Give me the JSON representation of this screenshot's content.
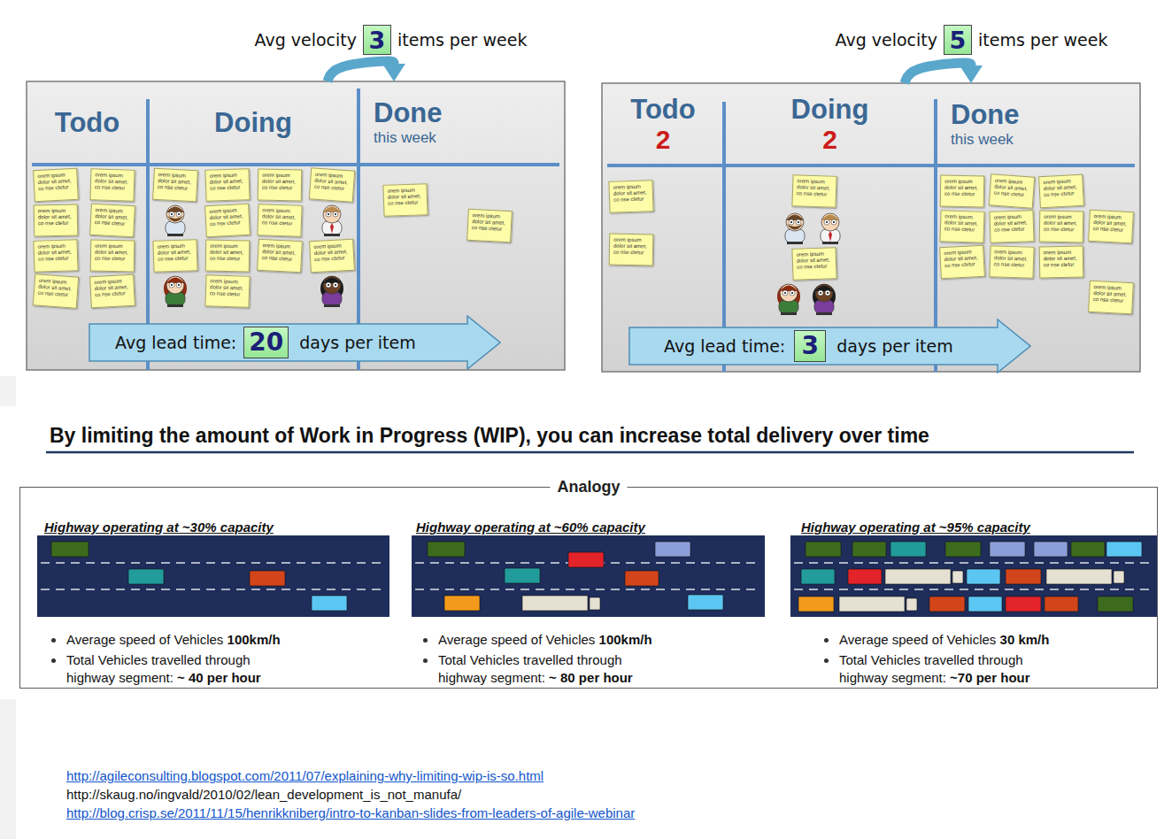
{
  "diagram": {
    "title": "By limiting the amount of Work in Progress (WIP), you can increase total delivery over time",
    "nodes": [
      {
        "text": [
          "3"
        ]
      },
      {
        "text": [
          "Todo"
        ]
      },
      {
        "text": [
          "orem ipsum dolor sit amet, co nse ctetur"
        ],
        "in": 1
      },
      {
        "text": [
          "orem ipsum dolor sit amet, co nse ctetur"
        ],
        "in": 1
      },
      {
        "text": [
          "orem ipsum dolor sit amet, co nse ctetur"
        ],
        "in": 1
      },
      {
        "text": [
          "orem ipsum dolor sit amet, co nse ctetur"
        ],
        "in": 1
      },
      {
        "text": [
          "orem ipsum dolor sit amet, co nse ctetur"
        ],
        "in": 1
      },
      {
        "text": [
          "orem ipsum dolor sit amet, co nse ctetur"
        ],
        "in": 1
      },
      {
        "text": [
          "orem ipsum dolor sit amet, co nse ctetur"
        ],
        "in": 1
      },
      {
        "text": [
          "orem ipsum dolor sit amet, co nse ctetur"
        ],
        "in": 1
      },
      {
        "text": [
          "Doing"
        ]
      },
      {
        "text": [
          "orem ipsum dolor sit amet, co nse ctetur"
        ],
        "in": 10
      },
      {
        "text": [
          "orem ipsum dolor sit amet, co nse ctetur"
        ],
        "in": 10
      },
      {
        "text": [
          "orem ipsum dolor sit amet, co nse ctetur"
        ],
        "in": 10
      },
      {
        "text": [
          "orem ipsum dolor sit amet, co nse ctetur"
        ],
        "in": 10
      },
      {
        "text": [
          "orem ipsum dolor sit amet, co nse ctetur"
        ],
        "in": 10
      },
      {
        "text": [
          "orem ipsum dolor sit amet, co nse ctetur"
        ],
        "in": 10
      },
      {
        "text": [
          "orem ipsum dolor sit amet, co nse ctetur"
        ],
        "in": 10
      },
      {
        "text": [
          "orem ipsum dolor sit amet, co nse ctetur"
        ],
        "in": 10
      },
      {
        "text": [
          "orem ipsum dolor sit amet, co nse ctetur"
        ],
        "in": 10
      },
      {
        "text": [
          "orem ipsum dolor sit amet, co nse ctetur"
        ],
        "in": 10
      },
      {
        "text": [
          "orem ipsum dolor sit amet, co nse ctetur"
        ],
        "in": 10
      },
      {
        "text": [
          "Done",
          "this week"
        ]
      },
      {
        "text": [
          "orem ipsum dolor sit amet, co nse ctetur"
        ],
        "in": 22
      },
      {
        "text": [
          "orem ipsum dolor sit amet, co nse ctetur"
        ],
        "in": 22
      },
      {
        "text": [
          "Avg lead time:",
          "days per item"
        ]
      },
      {
        "text": [
          "20"
        ],
        "in": 25
      },
      {
        "text": [
          "5"
        ]
      },
      {
        "text": [
          "Todo",
          "2"
        ]
      },
      {
        "text": [
          "orem ipsum dolor sit amet, co nse ctetur"
        ],
        "in": 28
      },
      {
        "text": [
          "orem ipsum dolor sit amet, co nse ctetur"
        ],
        "in": 28
      },
      {
        "text": [
          "Doing",
          "2"
        ]
      },
      {
        "text": [
          "orem ipsum dolor sit amet, co nse ctetur"
        ],
        "in": 31
      },
      {
        "text": [
          "orem ipsum dolor sit amet, co nse ctetur"
        ],
        "in": 31
      },
      {
        "text": [
          "Done",
          "this week"
        ]
      },
      {
        "text": [
          "orem ipsum dolor sit amet, co nse ctetur"
        ],
        "in": 34
      },
      {
        "text": [
          "orem ipsum dolor sit amet, co nse ctetur"
        ],
        "in": 34
      },
      {
        "text": [
          "orem ipsum dolor sit amet, co nse ctetur"
        ],
        "in": 34
      },
      {
        "text": [
          "orem ipsum dolor sit amet, co nse ctetur"
        ],
        "in": 34
      },
      {
        "text": [
          "orem ipsum dolor sit amet, co nse ctetur"
        ],
        "in": 34
      },
      {
        "text": [
          "orem ipsum dolor sit amet, co nse ctetur"
        ],
        "in": 34
      },
      {
        "text": [
          "orem ipsum dolor sit amet, co nse ctetur"
        ],
        "in": 34
      },
      {
        "text": [
          "orem ipsum dolor sit amet, co nse ctetur"
        ],
        "in": 34
      },
      {
        "text": [
          "orem ipsum dolor sit amet, co nse ctetur"
        ],
        "in": 34
      },
      {
        "text": [
          "orem ipsum dolor sit amet, co nse ctetur"
        ],
        "in": 34
      },
      {
        "text": [
          "orem ipsum dolor sit amet, co nse ctetur"
        ],
        "in": 34
      },
      {
        "text": [
          "Avg lead time:",
          "days per item"
        ]
      },
      {
        "text": [
          "3"
        ],
        "in": 46
      },
      {
        "text": [
          "Analogy"
        ]
      }
    ],
    "edges": [
      {
        "from": 10,
        "to": 22,
        "arrow": "to"
      },
      {
        "from": 31,
        "to": 34,
        "arrow": "to"
      }
    ],
    "labels": [
      "Avg velocity",
      "items per week",
      "Avg velocity",
      "items per week",
      "Highway operating at ~30% capacity",
      "Average speed of Vehicles",
      "100km/h",
      "Total Vehicles travelled through highway segment:",
      "~ 40 per hour",
      "Highway operating at ~60% capacity",
      "Average speed of Vehicles",
      "100km/h",
      "Total Vehicles travelled through highway segment:",
      "~ 80 per hour",
      "Highway operating at ~95% capacity",
      "Average speed of Vehicles",
      "30 km/h",
      "Total Vehicles travelled through highway segment:",
      "~70 per hour",
      "http://agileconsulting.blogspot.com/2011/07/explaining-why-limiting-wip-is-so.html",
      "http://skaug.no/ingvald/2010/02/lean_development_is_not_manufa/",
      "http://blog.crisp.se/2011/11/15/henrikkniberg/intro-to-kanban-slides-from-leaders-of-agile-webinar"
    ]
  }
}
